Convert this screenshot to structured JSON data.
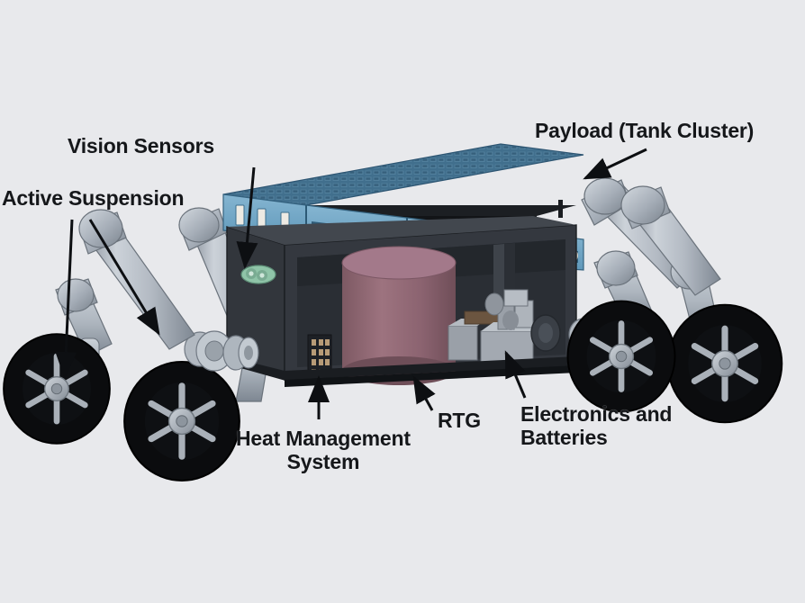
{
  "figure": {
    "subject": "Planetary rover with active suspension and tank-cluster payload",
    "background_color": "#e8e9ec",
    "label_color": "#15171a"
  },
  "callouts": [
    {
      "id": "vision-sensors",
      "text": "Vision Sensors",
      "lines": [
        "Vision Sensors"
      ],
      "points_to": "green sensor module on front-left face of chassis"
    },
    {
      "id": "active-suspension",
      "text": "Active Suspension",
      "lines": [
        "Active Suspension"
      ],
      "points_to": "two articulated left-side legs"
    },
    {
      "id": "payload-tank-cluster",
      "text": "Payload (Tank Cluster)",
      "lines": [
        "Payload (Tank Cluster)"
      ],
      "points_to": "blue tank modules on rover deck"
    },
    {
      "id": "heat-management-system",
      "text": "Heat Management\nSystem",
      "lines": [
        "Heat Management",
        "System"
      ],
      "points_to": "radiator grid on chassis underside"
    },
    {
      "id": "rtg",
      "text": "RTG",
      "lines": [
        "RTG"
      ],
      "points_to": "mauve cylinder inside chassis"
    },
    {
      "id": "electronics-and-batteries",
      "text": "Electronics and\nBatteries",
      "lines": [
        "Electronics and",
        "Batteries"
      ],
      "points_to": "grey equipment boxes at right of chassis bay"
    }
  ],
  "components": {
    "payload": {
      "name": "Tank Cluster Payload",
      "module_count": 3,
      "body_color": "#6fa6c6",
      "top_color": "#3f6d8c",
      "tank_color": "#e7e4dc"
    },
    "chassis": {
      "name": "Rover Chassis",
      "color": "#3a3e44",
      "side_color": "#2c3036",
      "frame_color": "#23262b"
    },
    "rtg": {
      "name": "Radioisotope Thermoelectric Generator",
      "color": "#8e6570",
      "top_color": "#a3798a"
    },
    "heat_management": {
      "name": "Heat Management Radiator",
      "color": "#b79b77",
      "rows": 4,
      "cols": 3
    },
    "electronics": {
      "name": "Electronics and Battery Boxes",
      "color": "#9aa0a8",
      "connector_color": "#6b5540"
    },
    "vision_sensor": {
      "name": "Vision Sensor Module",
      "color": "#8fc4a8"
    },
    "suspension": {
      "name": "Active Suspension Legs",
      "leg_count": 4,
      "limb_color": "#b6bdc6",
      "limb_shadow": "#848d98",
      "joint_color": "#9aa3ad"
    },
    "wheels": {
      "name": "Rover Wheels",
      "count": 4,
      "tire_color": "#0b0c0e",
      "hub_color": "#a7aeb6",
      "spoke_count": 6
    }
  }
}
